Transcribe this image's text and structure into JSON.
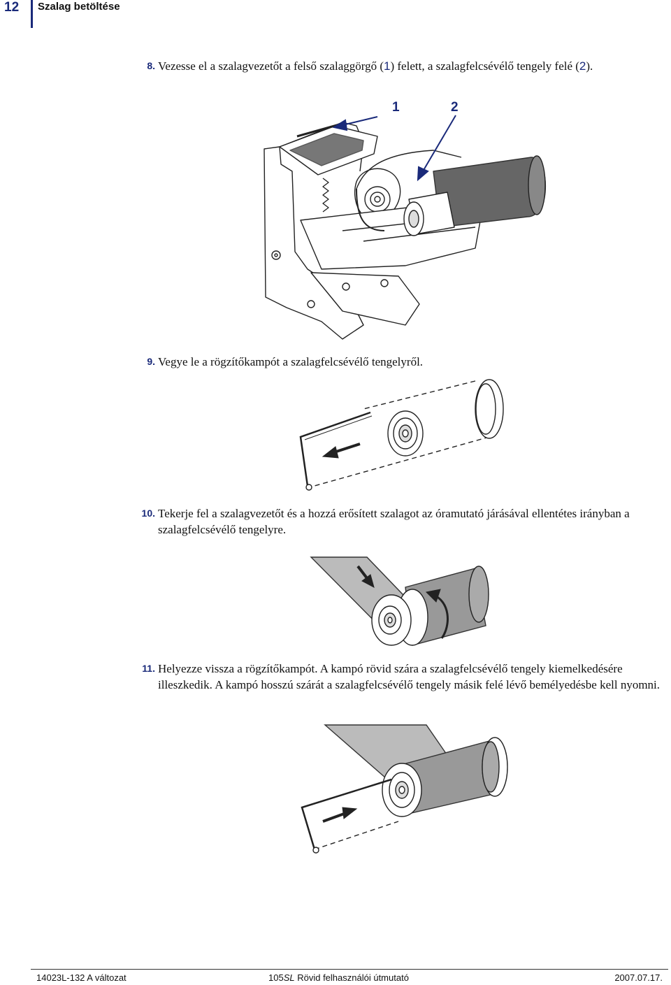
{
  "header": {
    "page_number": "12",
    "section_title": "Szalag betöltése"
  },
  "steps": [
    {
      "number": "8.",
      "text_a": "Vezesse el a szalagvezetőt a felső szalaggörgő (",
      "callout_1": "1",
      "text_b": ") felett, a szalagfelcsévélő tengely felé (",
      "callout_2": "2",
      "text_c": ")."
    },
    {
      "number": "9.",
      "text": "Vegye le a rögzítőkampót a szalagfelcsévélő tengelyről."
    },
    {
      "number": "10.",
      "text": "Tekerje fel a szalagvezetőt és a hozzá erősített szalagot az óramutató járásával ellentétes irányban a szalagfelcsévélő tengelyre."
    },
    {
      "number": "11.",
      "text": "Helyezze vissza a rögzítőkampót. A kampó rövid szára a szalagfelcsévélő tengely kiemelkedésére illeszkedik. A kampó hosszú szárát a szalagfelcsévélő tengely másik felé lévő bemélyedésbe kell nyomni."
    }
  ],
  "figure1": {
    "callout_1": "1",
    "callout_2": "2"
  },
  "footer": {
    "doc_id": "14023L-132 A változat",
    "model": "105",
    "model_suffix": "SL",
    "guide_title": " Rövid felhasználói útmutató",
    "date": "2007.07.17."
  }
}
